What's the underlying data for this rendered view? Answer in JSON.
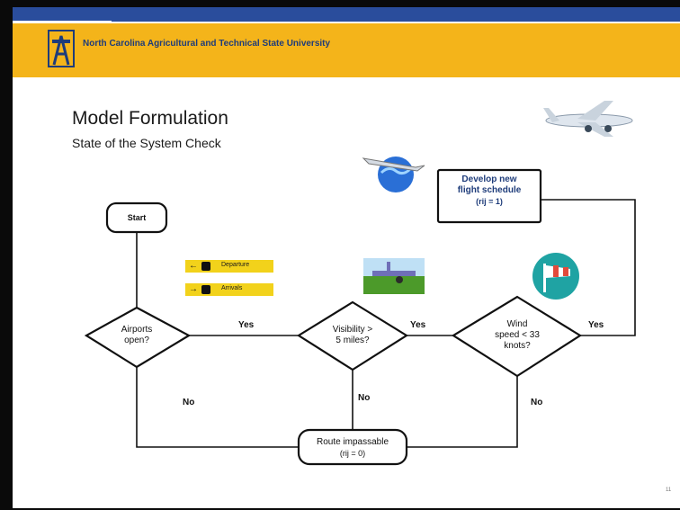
{
  "header": {
    "university": "North Carolina Agricultural and Technical State University",
    "brand_color": "#f4b41a",
    "topbar_color": "#2a4d9c"
  },
  "slide": {
    "title": "Model Formulation",
    "subtitle": "State of the System Check",
    "page_number": "11"
  },
  "flowchart": {
    "start": "Start",
    "airports": [
      "Airports",
      "open?"
    ],
    "visibility": [
      "Visibility >",
      "5 miles?"
    ],
    "wind": [
      "Wind",
      "speed < 33",
      "knots?"
    ],
    "route": [
      "Route impassable",
      "(rij = 0)"
    ],
    "develop": [
      "Develop new",
      "flight schedule",
      "(rij = 1)"
    ],
    "yes": "Yes",
    "no": "No"
  },
  "signs": {
    "departure": "Departure",
    "arrivals": "Arrivals"
  },
  "icons": [
    "university-logo-icon",
    "globe-plane-icon",
    "airplane-icon",
    "small-plane-photo-icon",
    "windsock-icon",
    "departure-sign-icon",
    "arrivals-sign-icon"
  ]
}
